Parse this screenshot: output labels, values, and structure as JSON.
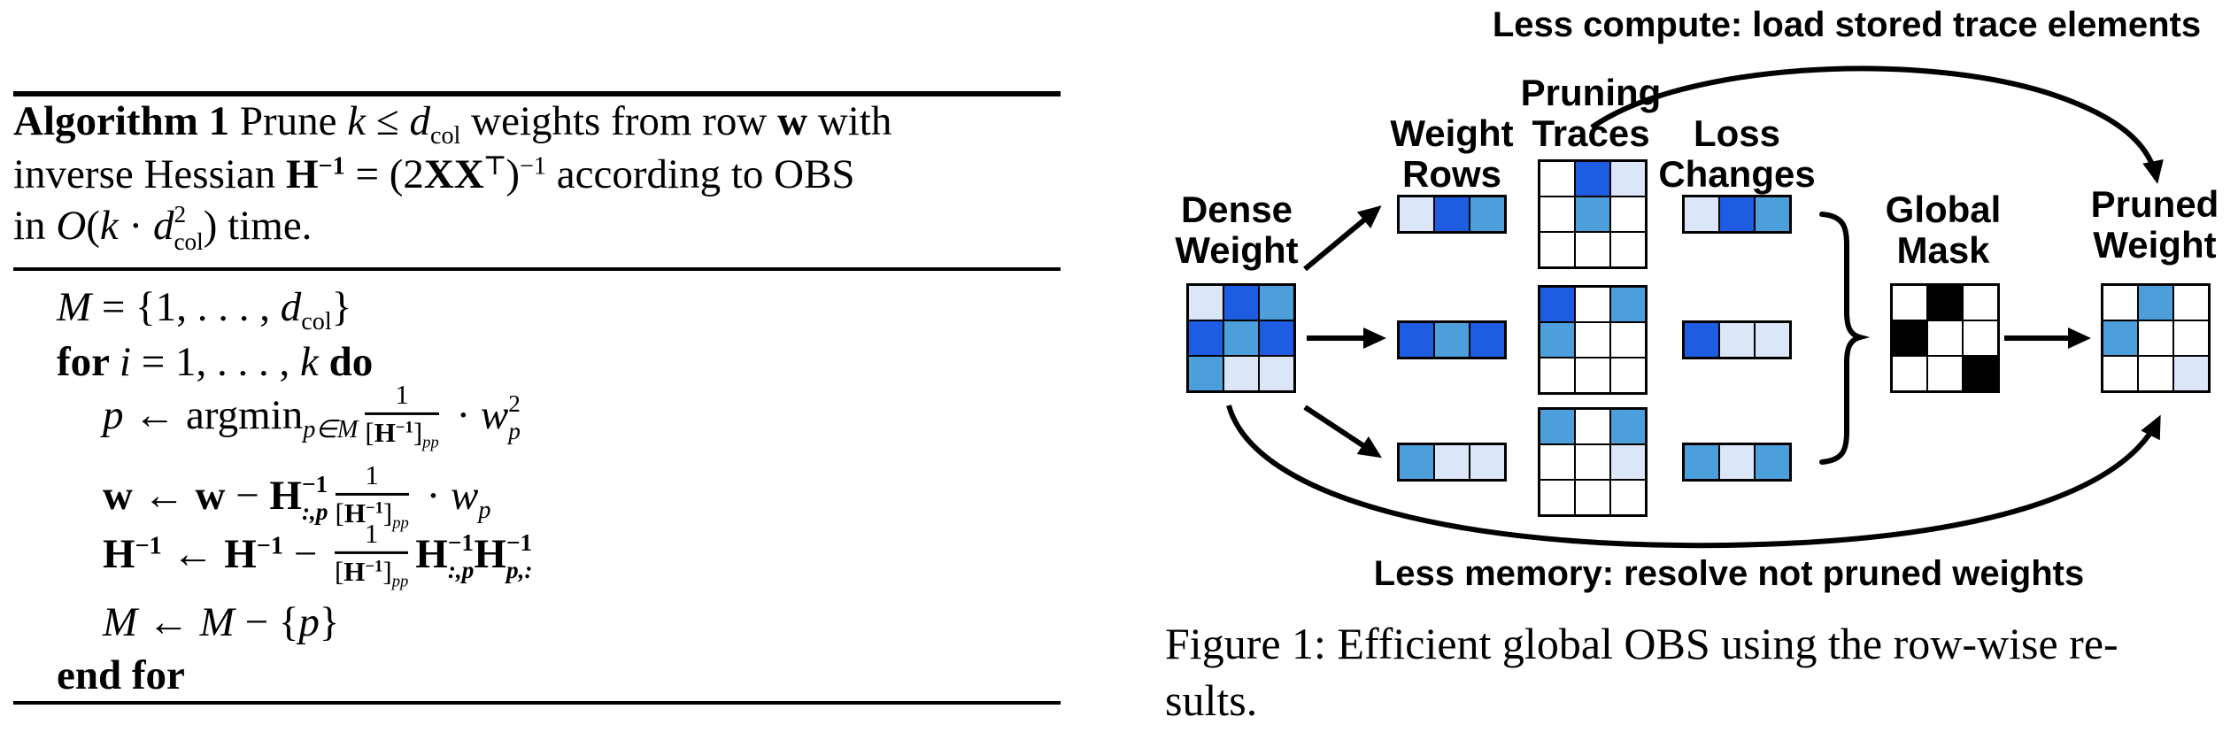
{
  "algorithm": {
    "header_lines": [
      [
        {
          "t": "Algorithm 1",
          "b": 1
        },
        {
          "t": " Prune "
        },
        {
          "t": "k",
          "i": 1
        },
        {
          "t": " ≤ "
        },
        {
          "t": "d",
          "i": 1,
          "sub": "col",
          "sr": 1
        },
        {
          "t": " weights from row "
        },
        {
          "t": "w",
          "b": 1
        },
        {
          "t": " with"
        }
      ],
      [
        {
          "t": "inverse Hessian "
        },
        {
          "t": "H",
          "b": 1,
          "sup": "−1"
        },
        {
          "t": " = (2"
        },
        {
          "t": "XX",
          "b": 1,
          "sup": "⊤"
        },
        {
          "t": ")",
          "sup": "−1"
        },
        {
          "t": " according to OBS"
        }
      ],
      [
        {
          "t": "in "
        },
        {
          "t": "O",
          "i": 1
        },
        {
          "t": "("
        },
        {
          "t": "k",
          "i": 1
        },
        {
          "t": " · "
        },
        {
          "t": "d",
          "i": 1,
          "sup": "2",
          "sub": "col",
          "sr": 1
        },
        {
          "t": ") time."
        }
      ]
    ],
    "body_lines": [
      [
        {
          "t": "M",
          "i": 1
        },
        {
          "t": " = {1, . . . , "
        },
        {
          "t": "d",
          "i": 1,
          "sub": "col",
          "sr": 1
        },
        {
          "t": "}"
        }
      ],
      [
        {
          "t": "for ",
          "b": 1
        },
        {
          "t": "i",
          "i": 1
        },
        {
          "t": " = 1, . . . , "
        },
        {
          "t": "k",
          "i": 1
        },
        {
          "t": " do",
          "b": 1
        }
      ],
      [
        {
          "t": "p",
          "i": 1
        },
        {
          "t": " ← argmin",
          "sub": "p∈M"
        },
        {
          "frac": {
            "n": [
              {
                "t": "1"
              }
            ],
            "d": [
              {
                "t": "["
              },
              {
                "t": "H",
                "b": 1,
                "sup": "−1"
              },
              {
                "t": "]",
                "sub": "pp"
              }
            ]
          }
        },
        {
          "t": " · "
        },
        {
          "t": "w",
          "i": 1,
          "sup": "2",
          "sub": "p"
        }
      ],
      [
        {
          "t": "w",
          "b": 1
        },
        {
          "t": " ← "
        },
        {
          "t": "w",
          "b": 1
        },
        {
          "t": " − "
        },
        {
          "t": "H",
          "b": 1,
          "sup": "−1",
          "sub": ":,p"
        },
        {
          "frac": {
            "n": [
              {
                "t": "1"
              }
            ],
            "d": [
              {
                "t": "["
              },
              {
                "t": "H",
                "b": 1,
                "sup": "−1"
              },
              {
                "t": "]",
                "sub": "pp"
              }
            ]
          }
        },
        {
          "t": " · "
        },
        {
          "t": "w",
          "i": 1,
          "sub": "p"
        }
      ],
      [
        {
          "t": "H",
          "b": 1,
          "sup": "−1"
        },
        {
          "t": " ← "
        },
        {
          "t": "H",
          "b": 1,
          "sup": "−1"
        },
        {
          "t": " − "
        },
        {
          "frac": {
            "n": [
              {
                "t": "1"
              }
            ],
            "d": [
              {
                "t": "["
              },
              {
                "t": "H",
                "b": 1,
                "sup": "−1"
              },
              {
                "t": "]",
                "sub": "pp"
              }
            ]
          }
        },
        {
          "t": "H",
          "b": 1,
          "sup": "−1",
          "sub": ":,p"
        },
        {
          "t": "H",
          "b": 1,
          "sup": "−1",
          "sub": "p,:"
        }
      ],
      [
        {
          "t": "M",
          "i": 1
        },
        {
          "t": " ← "
        },
        {
          "t": "M",
          "i": 1
        },
        {
          "t": " − {"
        },
        {
          "t": "p",
          "i": 1
        },
        {
          "t": "}"
        }
      ],
      [
        {
          "t": "end for",
          "b": 1
        }
      ]
    ]
  },
  "figure": {
    "top_annotation": "Less compute: load stored trace elements",
    "bottom_annotation": "Less memory: resolve not pruned weights",
    "labels": {
      "dense": {
        "line1": "Dense",
        "line2": "Weight"
      },
      "rows": {
        "line1": "Weight",
        "line2": "Rows"
      },
      "traces": {
        "line1": "Pruning",
        "line2": "Traces"
      },
      "loss": {
        "line1": "Loss",
        "line2": "Changes"
      },
      "mask": {
        "line1": "Global",
        "line2": "Mask"
      },
      "pruned": {
        "line1": "Pruned",
        "line2": "Weight"
      }
    },
    "colors": {
      "dark": "#1e5ce1",
      "mid": "#4d9fdb",
      "light": "#dbe6f8",
      "white": "#ffffff",
      "black": "#000000"
    },
    "grids": {
      "dense": [
        [
          "light",
          "dark",
          "mid"
        ],
        [
          "dark",
          "mid",
          "dark"
        ],
        [
          "mid",
          "light",
          "light"
        ]
      ],
      "weight_rows": [
        [
          "light",
          "dark",
          "mid"
        ],
        [
          "dark",
          "mid",
          "dark"
        ],
        [
          "mid",
          "light",
          "light"
        ]
      ],
      "pruning_traces": [
        [
          [
            "white",
            "dark",
            "light"
          ],
          [
            "white",
            "mid",
            "white"
          ],
          [
            "white",
            "white",
            "white"
          ]
        ],
        [
          [
            "dark",
            "white",
            "mid"
          ],
          [
            "mid",
            "white",
            "white"
          ],
          [
            "white",
            "white",
            "white"
          ]
        ],
        [
          [
            "mid",
            "white",
            "mid"
          ],
          [
            "white",
            "white",
            "light"
          ],
          [
            "white",
            "white",
            "white"
          ]
        ]
      ],
      "loss_changes": [
        [
          "light",
          "dark",
          "mid"
        ],
        [
          "dark",
          "light",
          "light"
        ],
        [
          "mid",
          "light",
          "mid"
        ]
      ],
      "global_mask": [
        [
          "white",
          "black",
          "white"
        ],
        [
          "black",
          "white",
          "white"
        ],
        [
          "white",
          "white",
          "black"
        ]
      ],
      "pruned_weight": [
        [
          "white",
          "mid",
          "white"
        ],
        [
          "mid",
          "white",
          "white"
        ],
        [
          "white",
          "white",
          "light"
        ]
      ]
    },
    "caption_line1": "Figure 1: Efficient global OBS using the row-wise re-",
    "caption_line2": "sults."
  }
}
